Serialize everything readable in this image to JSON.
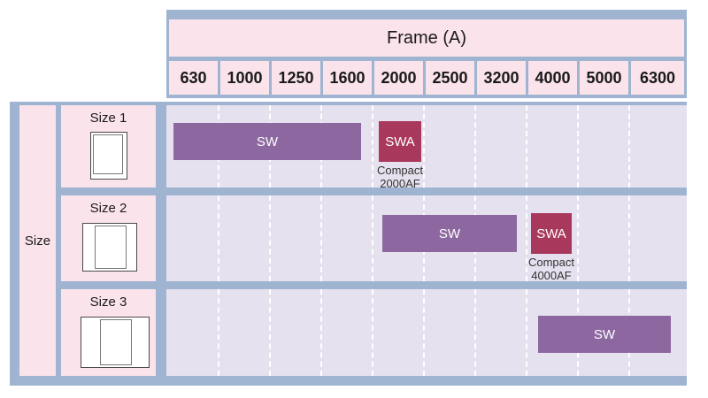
{
  "chart_data": {
    "type": "table",
    "title": "Frame (A)",
    "xlabel": "Frame (A)",
    "ylabel": "Size",
    "categories": [
      "630",
      "1000",
      "1250",
      "1600",
      "2000",
      "2500",
      "3200",
      "4000",
      "5000",
      "6300"
    ],
    "rows": [
      {
        "label": "Size 1",
        "bars": [
          {
            "label": "SW",
            "type": "sw",
            "from": "630",
            "to": "2000",
            "caption": ""
          },
          {
            "label": "SWA",
            "type": "swa",
            "from": "2000",
            "to": "2000",
            "caption": "Compact\n2000AF"
          }
        ]
      },
      {
        "label": "Size 2",
        "bars": [
          {
            "label": "SW",
            "type": "sw",
            "from": "2000",
            "to": "3200",
            "caption": ""
          },
          {
            "label": "SWA",
            "type": "swa",
            "from": "4000",
            "to": "4000",
            "caption": "Compact\n4000AF"
          }
        ]
      },
      {
        "label": "Size 3",
        "bars": [
          {
            "label": "SW",
            "type": "sw",
            "from": "4000",
            "to": "6300",
            "caption": ""
          }
        ]
      }
    ],
    "legend": [
      "SW",
      "SWA"
    ],
    "grid": true
  },
  "header": {
    "frame_title": "Frame (A)",
    "columns": [
      "630",
      "1000",
      "1250",
      "1600",
      "2000",
      "2500",
      "3200",
      "4000",
      "5000",
      "6300"
    ]
  },
  "sidebar": {
    "group_label": "Size",
    "sizes": [
      {
        "name": "Size 1",
        "icon": "breaker-size-1-icon"
      },
      {
        "name": "Size 2",
        "icon": "breaker-size-2-icon"
      },
      {
        "name": "Size 3",
        "icon": "breaker-size-3-icon"
      }
    ]
  },
  "rows": [
    {
      "bars": [
        {
          "label": "SW",
          "caption": ""
        },
        {
          "label": "SWA",
          "caption": "Compact\n2000AF"
        }
      ]
    },
    {
      "bars": [
        {
          "label": "SW",
          "caption": ""
        },
        {
          "label": "SWA",
          "caption": "Compact\n4000AF"
        }
      ]
    },
    {
      "bars": [
        {
          "label": "SW",
          "caption": ""
        }
      ]
    }
  ],
  "colors": {
    "panel": "#9fb4d1",
    "header_cell": "#fae3ea",
    "plot_bg": "#e6e1ee",
    "sw": "#8d68a0",
    "swa": "#a9395c",
    "gridline": "#ffffff"
  }
}
